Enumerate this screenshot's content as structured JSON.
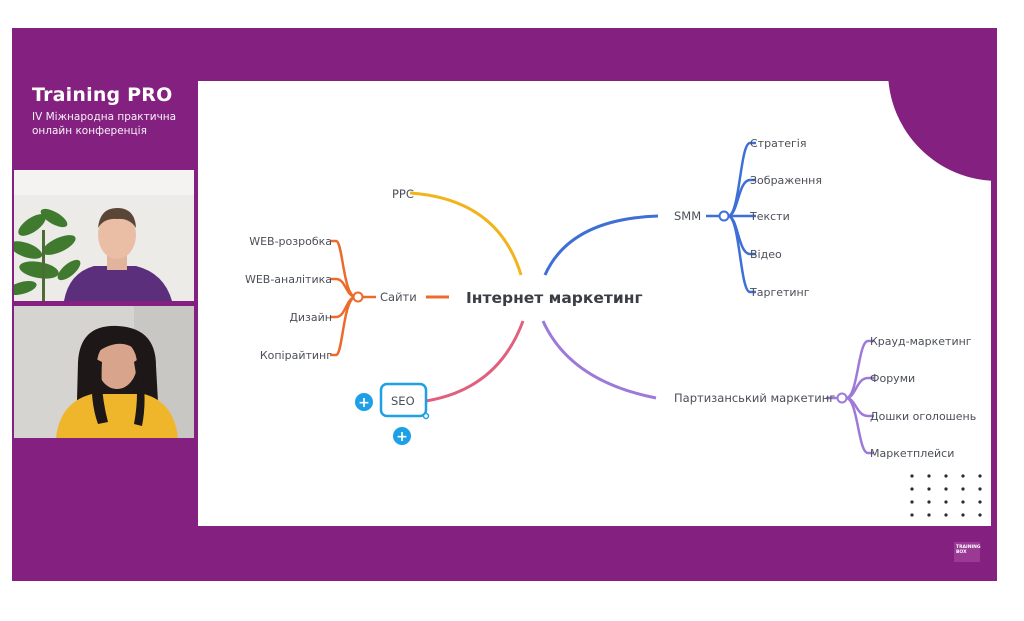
{
  "brand": {
    "title": "Training PRO",
    "subtitle_line1": "IV Міжнародна практична",
    "subtitle_line2": "онлайн конференція"
  },
  "mindmap": {
    "center": "Інтернет маркетинг",
    "left_branches": {
      "ppc": "PPC",
      "sites": "Сайти",
      "seo": "SEO",
      "sites_children": [
        "WEB-розробка",
        "WEB-аналітика",
        "Дизайн",
        "Копірайтинг"
      ]
    },
    "right_branches": {
      "smm": "SMM",
      "smm_children": [
        "Стратегія",
        "Зображення",
        "Тексти",
        "Відео",
        "Таргетинг"
      ],
      "guerrilla": "Партизанський маркетинг",
      "guerrilla_children": [
        "Крауд-маркетинг",
        "Форуми",
        "Дошки оголошень",
        "Маркетплейси"
      ]
    },
    "add_symbol": "+"
  },
  "logo": {
    "line1": "TRAINING",
    "line2": "BOX"
  },
  "colors": {
    "frame": "#84207f",
    "ppc": "#f2b41b",
    "sites": "#ec6a2b",
    "seo": "#e0607e",
    "smm": "#3d6fd6",
    "guerrilla": "#9d7ad8",
    "selection": "#1ea0e6"
  }
}
